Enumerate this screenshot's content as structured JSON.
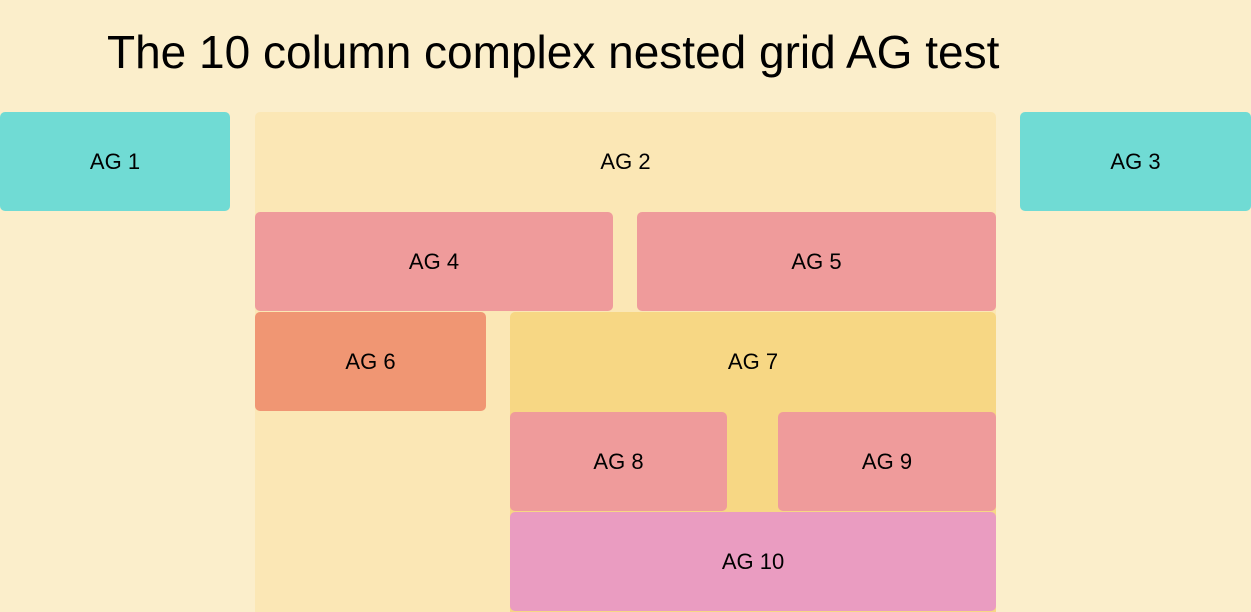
{
  "page": {
    "title": "The 10 column complex nested grid AG test"
  },
  "colors": {
    "background": "#fbeecb",
    "teal": "#70dbd4",
    "cream": "#fbe7b5",
    "pink": "#ef9b9b",
    "salmon": "#f09673",
    "gold": "#f7d784",
    "rose": "#ea9cc1"
  },
  "grid": {
    "items": [
      {
        "id": 1,
        "label": "AG 1"
      },
      {
        "id": 2,
        "label": "AG 2"
      },
      {
        "id": 3,
        "label": "AG 3"
      },
      {
        "id": 4,
        "label": "AG 4"
      },
      {
        "id": 5,
        "label": "AG 5"
      },
      {
        "id": 6,
        "label": "AG 6"
      },
      {
        "id": 7,
        "label": "AG 7"
      },
      {
        "id": 8,
        "label": "AG 8"
      },
      {
        "id": 9,
        "label": "AG 9"
      },
      {
        "id": 10,
        "label": "AG 10"
      }
    ]
  }
}
